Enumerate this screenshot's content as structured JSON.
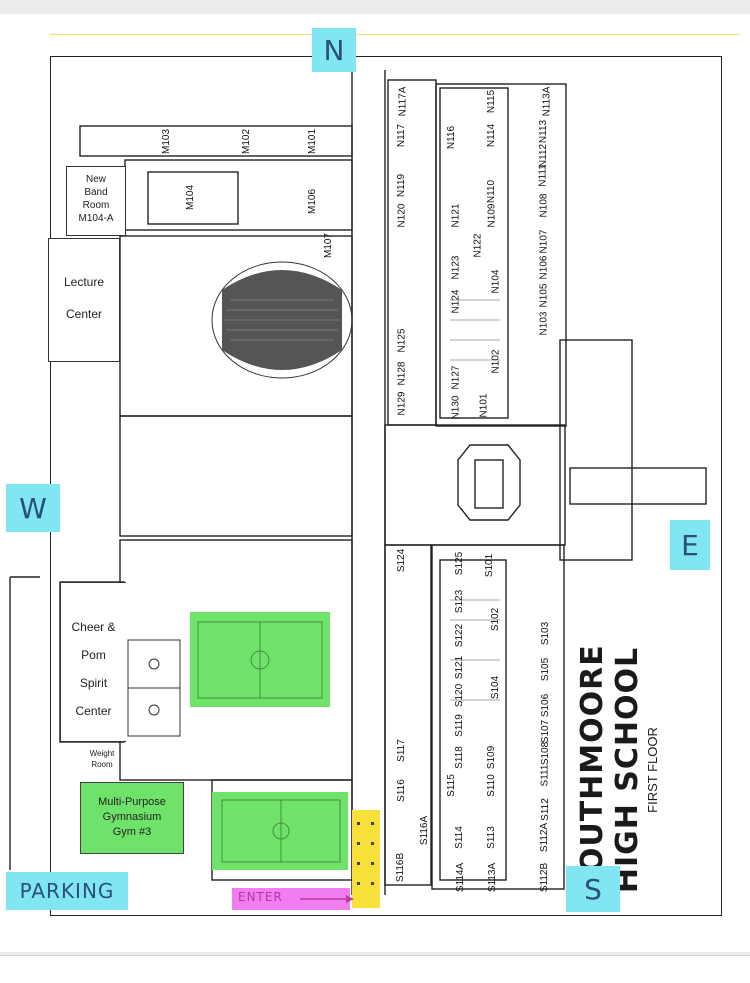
{
  "school": {
    "line1": "SOUTHMOORE",
    "line2": "HIGH SCHOOL",
    "floor": "FIRST FLOOR"
  },
  "compass": {
    "north": "N",
    "south": "S",
    "east": "E",
    "west": "W"
  },
  "labels": {
    "band_room": [
      "New",
      "Band",
      "Room",
      "M104-A"
    ],
    "lecture_center": [
      "Lecture",
      "Center"
    ],
    "cheer_center": [
      "Cheer &",
      "Pom",
      "Spirit",
      "Center"
    ],
    "weight_room": [
      "Weight",
      "Room"
    ],
    "gym3": [
      "Multi-Purpose",
      "Gymnasium",
      "Gym #3"
    ],
    "parking": "PARKING",
    "enter": "ENTER"
  },
  "colors": {
    "compass_fill": "#7fe6f2",
    "gym_green": "#6fe26a",
    "entrance_yellow": "#f7e03a",
    "enter_magenta": "#f07ef0"
  },
  "rooms": {
    "top_m": [
      "M103",
      "M102",
      "M101"
    ],
    "m_interior": [
      "M104",
      "M106",
      "M107"
    ],
    "n_outer": [
      "N117A",
      "N115",
      "N113A",
      "N117",
      "N114",
      "N113",
      "N112",
      "N111",
      "N108",
      "N107",
      "N106",
      "N105",
      "N103"
    ],
    "n_inner": [
      "N116",
      "N110",
      "N109",
      "N121",
      "N122",
      "N123",
      "N124",
      "N127",
      "N130",
      "N101",
      "N104",
      "N102"
    ],
    "n_west": [
      "N119",
      "N120",
      "N125",
      "N128",
      "N129"
    ],
    "s_west": [
      "S124",
      "S117",
      "S116",
      "S116A",
      "S116B"
    ],
    "s_inner": [
      "S125",
      "S101",
      "S123",
      "S122",
      "S102",
      "S121",
      "S104",
      "S120",
      "S119",
      "S118",
      "S115",
      "S114",
      "S114A",
      "S113",
      "S113A",
      "S109",
      "S110"
    ],
    "s_outer": [
      "S103",
      "S105",
      "S106",
      "S107",
      "S108",
      "S111",
      "S112",
      "S112A",
      "S112B"
    ]
  }
}
